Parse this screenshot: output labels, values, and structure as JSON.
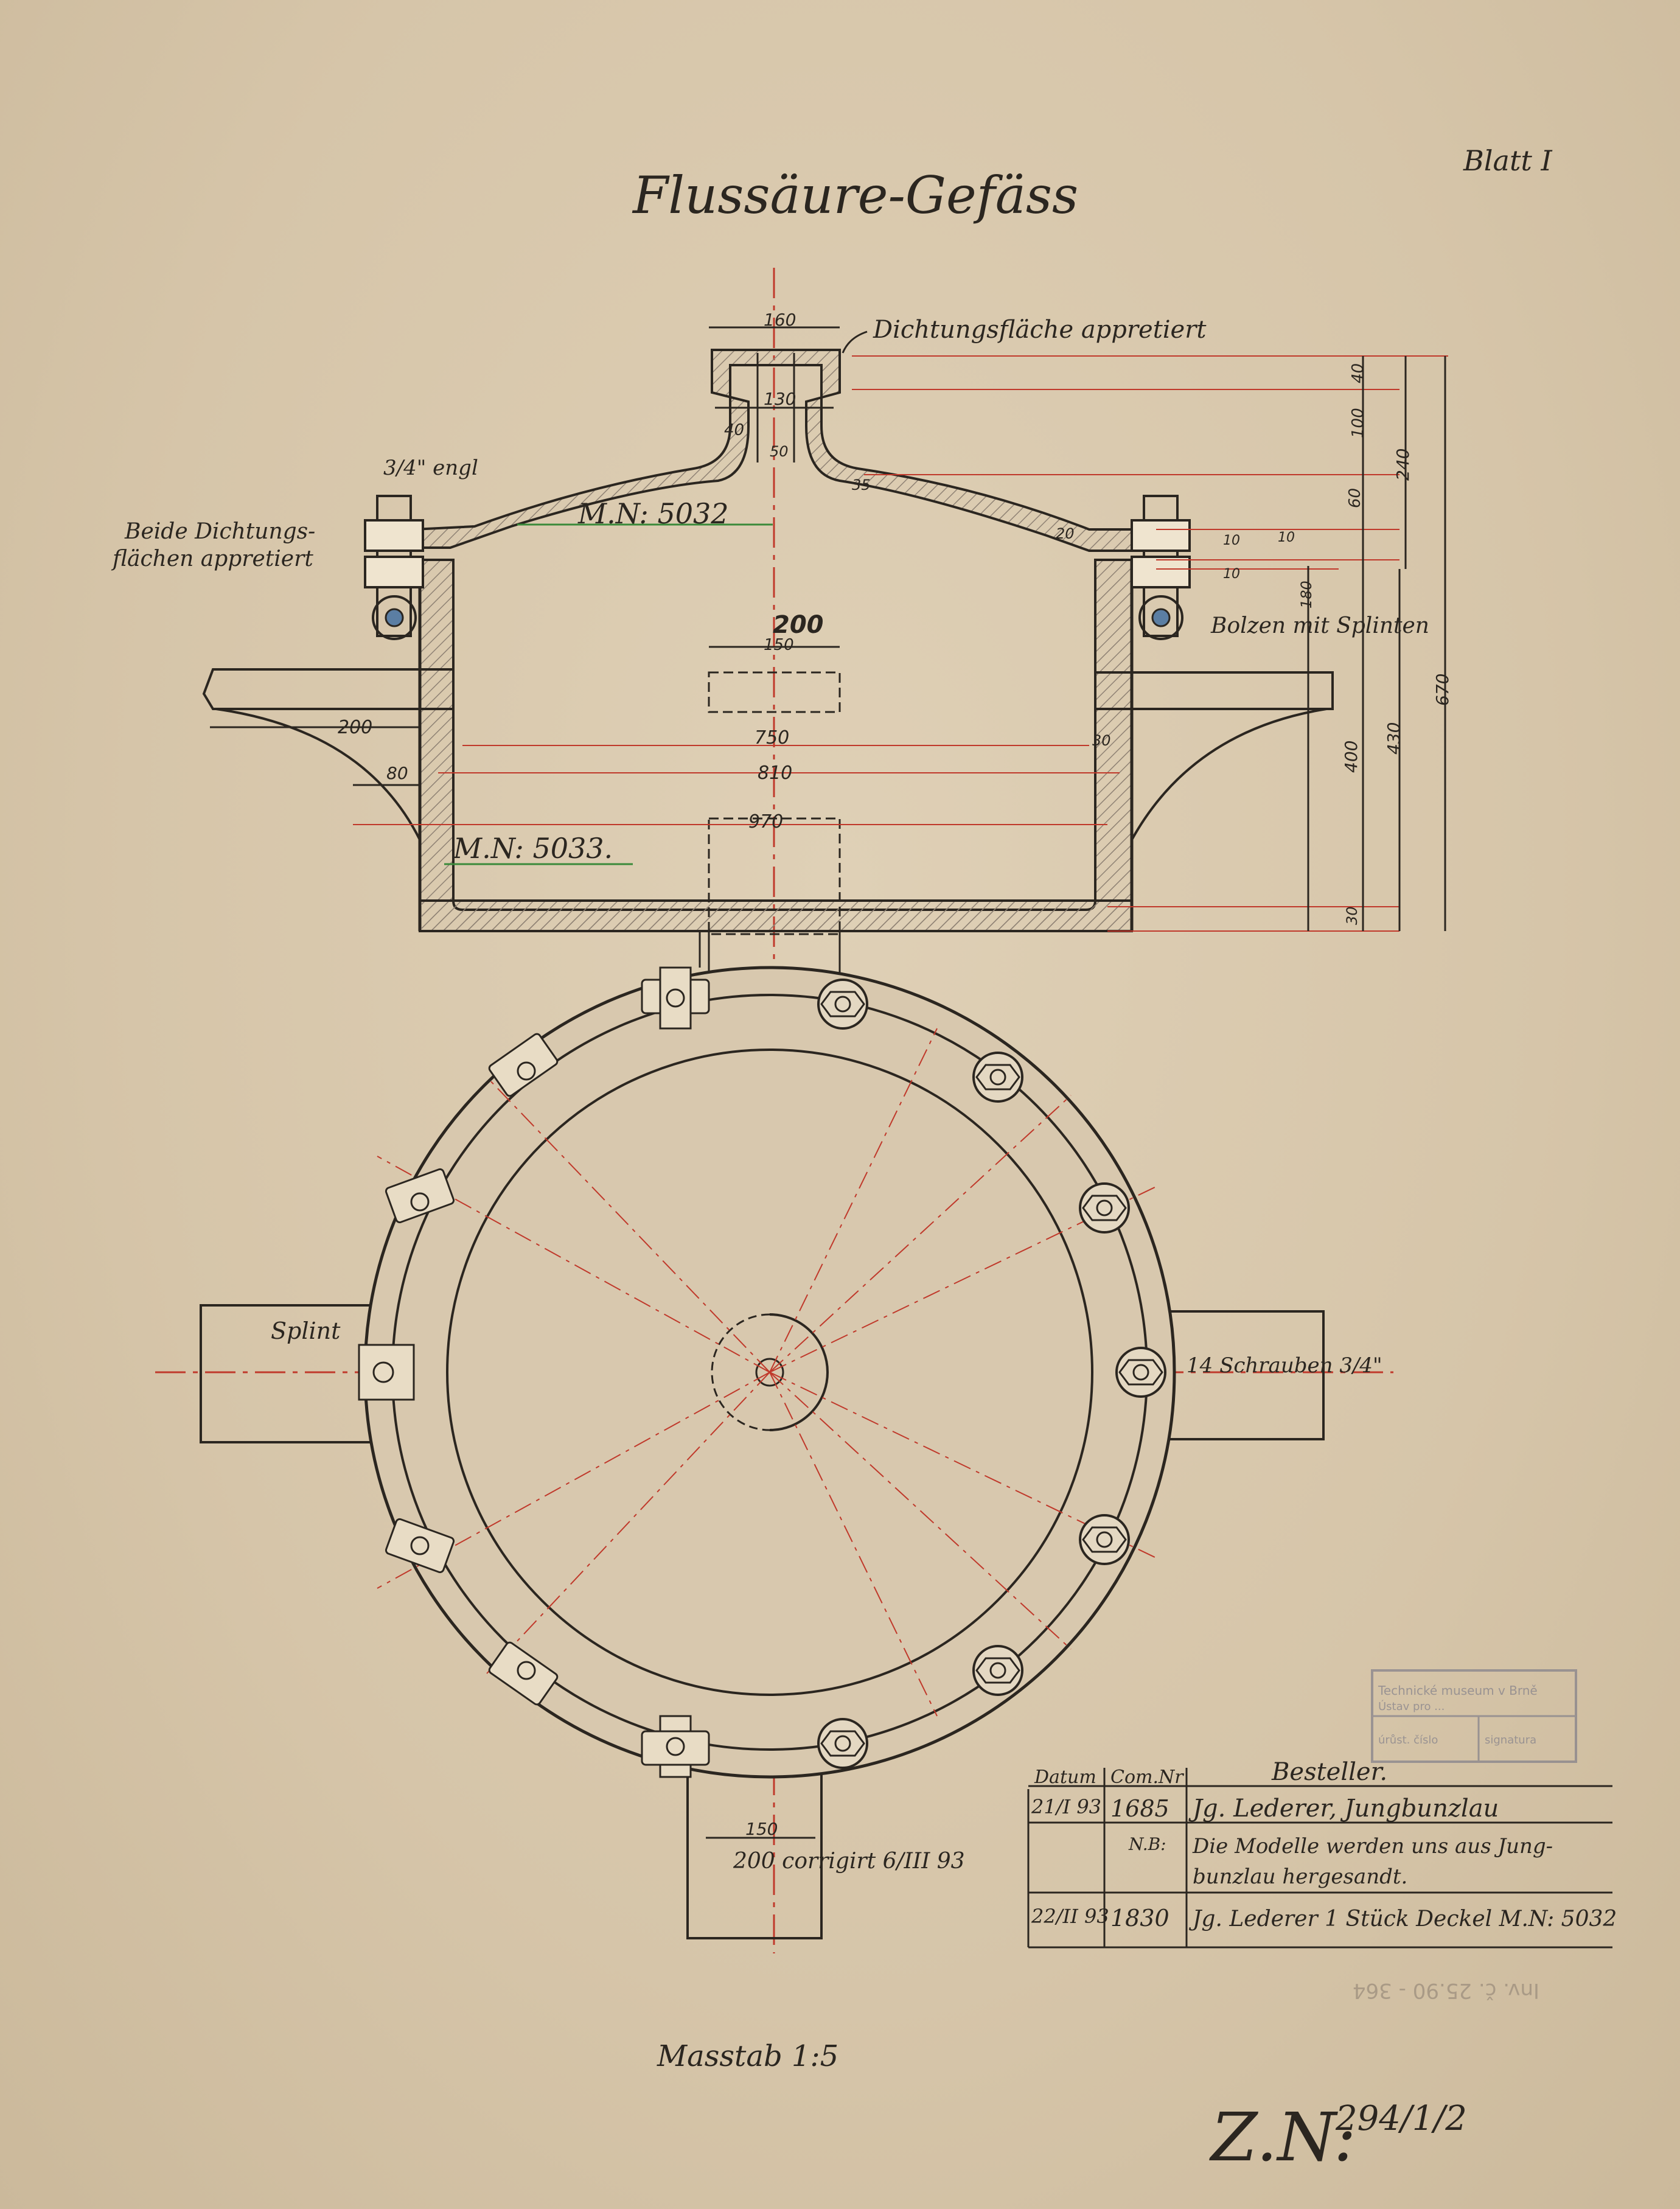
{
  "title": "Flussäure-Gefäss",
  "sheet_label": "Blatt I",
  "scale": "Masstab 1:5",
  "drawing_number_prefix": "Z.N:",
  "drawing_number": "294/1/2",
  "annotations": {
    "thread": "3/4\" engl",
    "both_surfaces": [
      "Beide Dichtungs-",
      "flächen appretiert"
    ],
    "sealing_surface": "Dichtungsfläche appretiert",
    "bolts": "Bolzen mit Splinten",
    "model_upper": "M.N: 5032",
    "model_lower": "M.N: 5033.",
    "cotter": "Splint",
    "screws": "14 Schrauben 3/4\"",
    "corrected": "200 corrigirt 6/III 93"
  },
  "dimensions": {
    "d160": "160",
    "d130": "130",
    "d40": "40",
    "d50": "50",
    "d35": "35",
    "d20": "20",
    "d200": "200",
    "d150": "150",
    "d750": "750",
    "d810": "810",
    "d970": "970",
    "d200b": "200",
    "d80": "80",
    "d30": "30",
    "r40": "40",
    "r100": "100",
    "r60": "60",
    "r10a": "10",
    "r10b": "10",
    "r10c": "10",
    "r180": "180",
    "r240": "240",
    "r400": "400",
    "r430": "430",
    "r670": "670",
    "r30": "30",
    "p150": "150"
  },
  "table": {
    "headers": [
      "Datum",
      "Com.Nr",
      "Besteller."
    ],
    "rows": [
      {
        "date": "21/I 93",
        "com": "1685",
        "text": "Jg. Lederer, Jungbunzlau"
      },
      {
        "date": "",
        "com": "N.B:",
        "text": "Die Modelle werden uns aus Jung-"
      },
      {
        "date": "",
        "com": "",
        "text": "bunzlau hergesandt."
      },
      {
        "date": "22/II 93",
        "com": "1830",
        "text": "Jg. Lederer 1 Stück Deckel M.N: 5032"
      }
    ]
  },
  "stamp_lines": [
    "Technické museum v Brně",
    "Ústav pro ... ",
    "úrůst. číslo",
    "signatura"
  ],
  "faded_note": "Inv. č. 25.90 - 364",
  "colors": {
    "paper": "#d8c8ae",
    "ink": "#2b2620",
    "red_line": "#c0392b",
    "hatch": "#9c8e80"
  }
}
